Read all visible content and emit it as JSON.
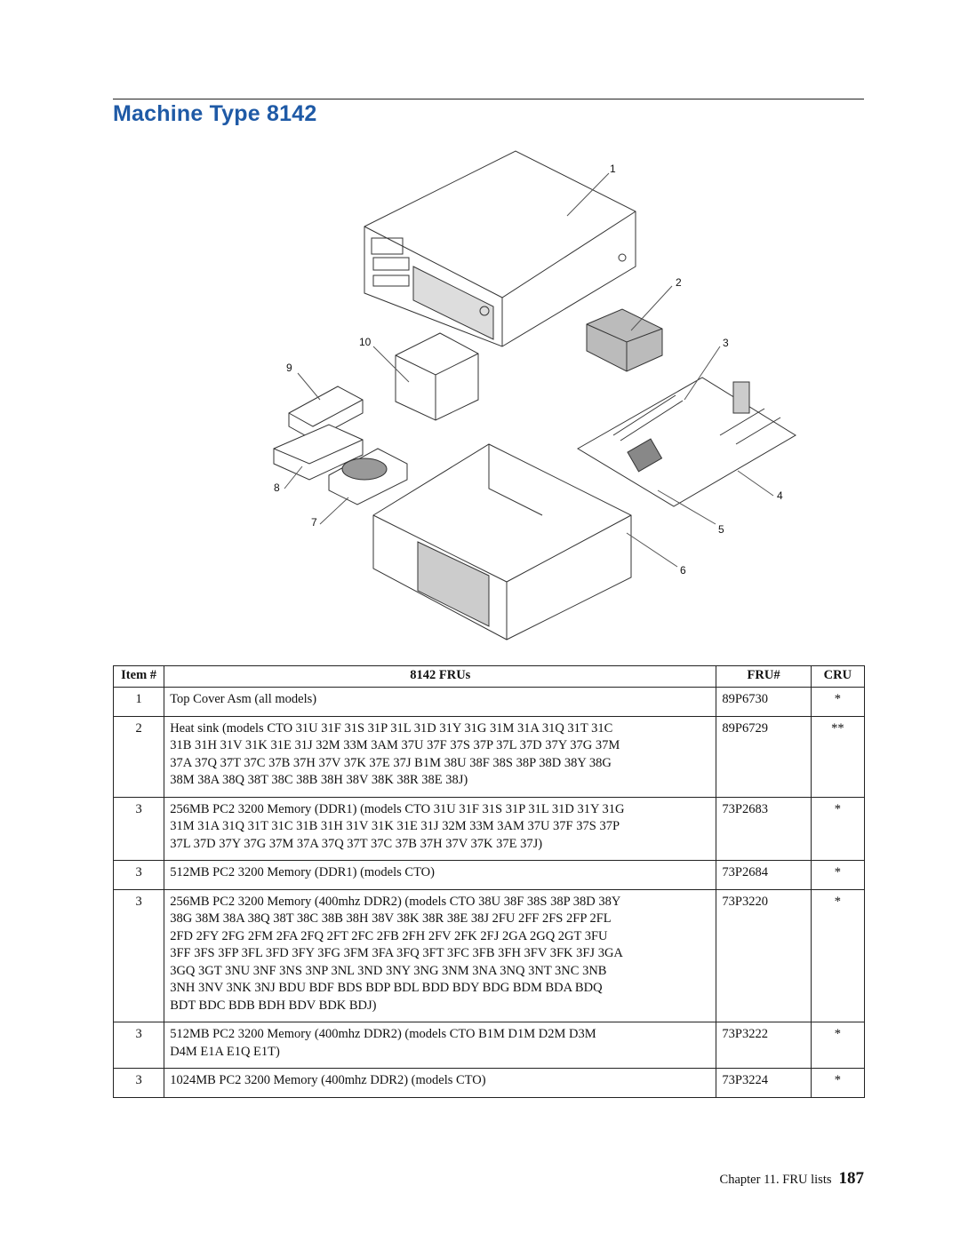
{
  "page": {
    "heading": "Machine Type 8142",
    "footer_chapter": "Chapter 11. FRU lists",
    "footer_page": "187"
  },
  "figure": {
    "callouts": [
      "1",
      "2",
      "3",
      "4",
      "5",
      "6",
      "7",
      "8",
      "9",
      "10"
    ]
  },
  "table": {
    "headers": [
      "Item #",
      "8142 FRUs",
      "FRU#",
      "CRU"
    ],
    "rows": [
      {
        "item": "1",
        "lines": [
          "Top Cover Asm (all models)"
        ],
        "fru": "89P6730",
        "cru": "*"
      },
      {
        "item": "2",
        "lines": [
          "Heat sink (models CTO 31U 31F 31S 31P 31L 31D 31Y 31G 31M 31A 31Q 31T 31C",
          "31B 31H 31V 31K 31E 31J 32M 33M 3AM 37U 37F 37S 37P 37L 37D 37Y 37G 37M",
          "37A 37Q 37T 37C 37B 37H 37V 37K 37E 37J B1M 38U 38F 38S 38P 38D 38Y 38G",
          "38M 38A 38Q 38T 38C 38B 38H 38V 38K 38R 38E 38J)"
        ],
        "fru": "89P6729",
        "cru": "**"
      },
      {
        "item": "3",
        "lines": [
          "256MB PC2 3200 Memory (DDR1) (models CTO 31U 31F 31S 31P 31L 31D 31Y 31G",
          "31M 31A 31Q 31T 31C 31B 31H 31V 31K 31E 31J 32M 33M 3AM 37U 37F 37S 37P",
          "37L 37D 37Y 37G 37M 37A 37Q 37T 37C 37B 37H 37V 37K 37E 37J)"
        ],
        "fru": "73P2683",
        "cru": "*"
      },
      {
        "item": "3",
        "lines": [
          "512MB PC2 3200 Memory (DDR1) (models CTO)"
        ],
        "fru": "73P2684",
        "cru": "*"
      },
      {
        "item": "3",
        "lines": [
          "256MB PC2 3200 Memory (400mhz DDR2) (models CTO 38U 38F 38S 38P 38D 38Y",
          "38G 38M 38A 38Q 38T 38C 38B 38H 38V 38K 38R 38E 38J 2FU 2FF 2FS 2FP 2FL",
          "2FD 2FY 2FG 2FM 2FA 2FQ 2FT 2FC 2FB 2FH 2FV 2FK 2FJ 2GA 2GQ 2GT 3FU",
          "3FF 3FS 3FP 3FL 3FD 3FY 3FG 3FM 3FA 3FQ 3FT 3FC 3FB 3FH 3FV 3FK 3FJ 3GA",
          "3GQ 3GT 3NU 3NF 3NS 3NP 3NL 3ND 3NY 3NG 3NM 3NA 3NQ 3NT 3NC 3NB",
          "3NH 3NV 3NK 3NJ BDU BDF BDS BDP BDL BDD BDY BDG BDM BDA BDQ",
          "BDT BDC BDB BDH BDV BDK BDJ)"
        ],
        "fru": "73P3220",
        "cru": "*"
      },
      {
        "item": "3",
        "lines": [
          "512MB PC2 3200 Memory (400mhz DDR2) (models CTO B1M D1M D2M D3M",
          "D4M E1A E1Q E1T)"
        ],
        "fru": "73P3222",
        "cru": "*"
      },
      {
        "item": "3",
        "lines": [
          "1024MB PC2 3200 Memory (400mhz DDR2) (models CTO)"
        ],
        "fru": "73P3224",
        "cru": "*"
      }
    ]
  }
}
